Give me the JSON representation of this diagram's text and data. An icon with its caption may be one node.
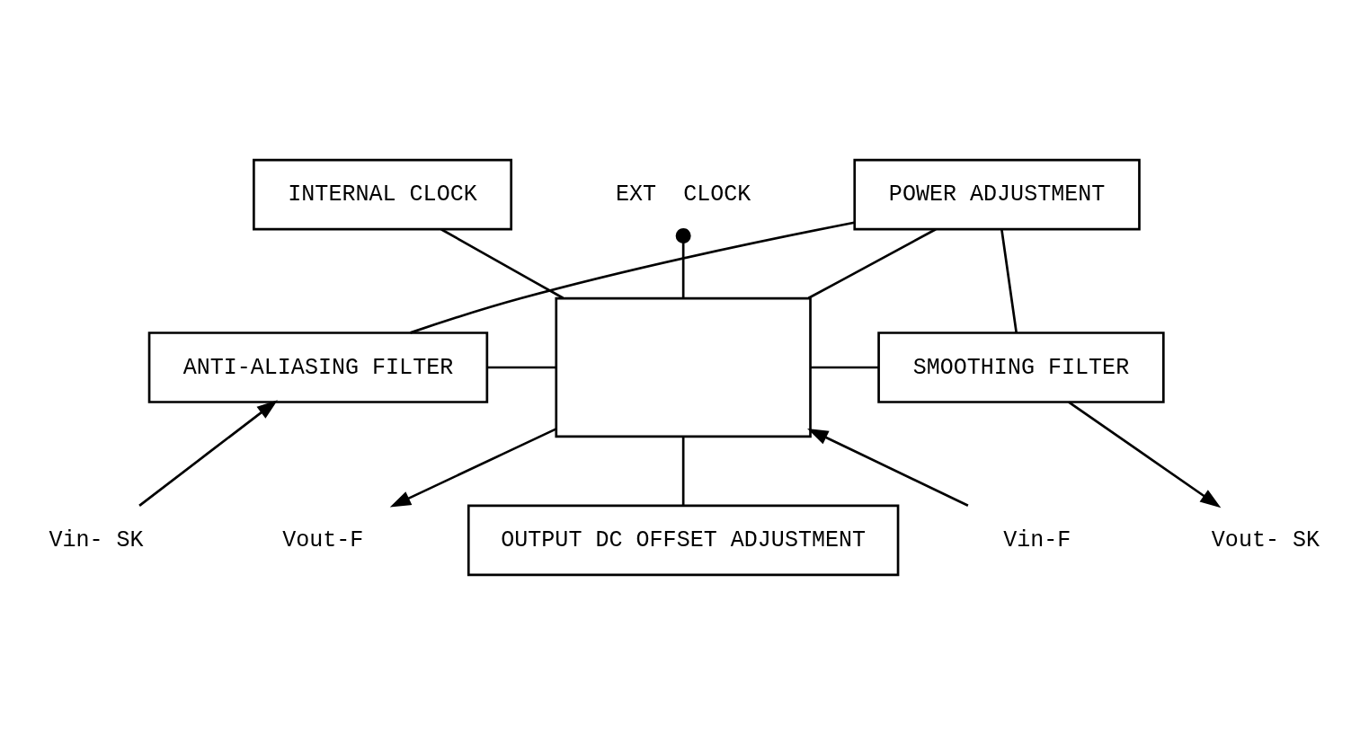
{
  "diagram": {
    "nodes": [
      {
        "text": [
          "INTERNAL CLOCK"
        ]
      },
      {
        "text": [
          "POWER ADJUSTMENT"
        ]
      },
      {
        "text": [
          "EXT  CLOCK"
        ]
      },
      {
        "text": [
          "ANTI-ALIASING FILTER"
        ]
      },
      {
        "text": [],
        "shape": "box"
      },
      {
        "text": [
          "SMOOTHING FILTER"
        ]
      },
      {
        "text": [
          "Vin- SK"
        ]
      },
      {
        "text": [
          "Vin-F"
        ]
      },
      {
        "text": [
          "Vout-F"
        ]
      },
      {
        "text": [
          "Vout- SK"
        ]
      },
      {
        "text": [
          "OUTPUT DC OFFSET ADJUSTMENT"
        ]
      }
    ],
    "edges": [
      {
        "from": 0,
        "to": 4,
        "arrow": "none"
      },
      {
        "from": 2,
        "to": 4,
        "arrow": "other"
      },
      {
        "from": 1,
        "to": 3,
        "arrow": "none"
      },
      {
        "from": 1,
        "to": 4,
        "arrow": "none"
      },
      {
        "from": 1,
        "to": 5,
        "arrow": "none"
      },
      {
        "from": 6,
        "to": 3,
        "arrow": "to"
      },
      {
        "from": 3,
        "to": 4,
        "arrow": "none"
      },
      {
        "from": 7,
        "to": 4,
        "arrow": "to"
      },
      {
        "from": 4,
        "to": 5,
        "arrow": "none"
      },
      {
        "from": 4,
        "to": 8,
        "arrow": "to"
      },
      {
        "from": 5,
        "to": 9,
        "arrow": "to"
      },
      {
        "from": 4,
        "to": 10,
        "arrow": "none"
      }
    ]
  }
}
